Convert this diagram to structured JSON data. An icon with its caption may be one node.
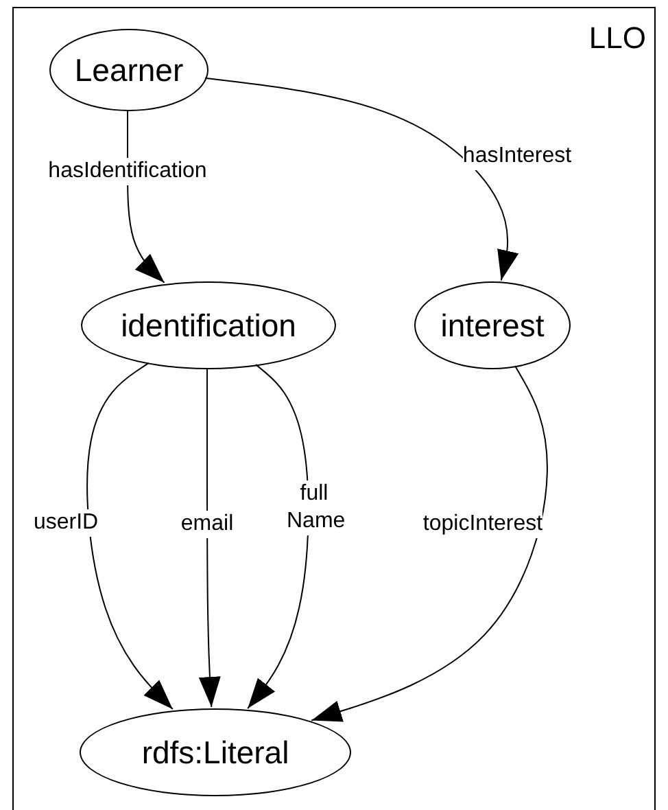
{
  "diagram": {
    "nodes": [
      {
        "text": [
          "LLO"
        ]
      },
      {
        "text": [
          "Learner"
        ],
        "in": 0
      },
      {
        "text": [
          "identification"
        ],
        "in": 0
      },
      {
        "text": [
          "interest"
        ],
        "in": 0
      },
      {
        "text": [
          "rdfs:Literal"
        ],
        "in": 0
      }
    ],
    "edges": [
      {
        "from": 1,
        "to": 2,
        "arrow": "to",
        "label": "hasIdentification"
      },
      {
        "from": 1,
        "to": 3,
        "arrow": "to",
        "label": "hasInterest"
      },
      {
        "from": 2,
        "to": 4,
        "arrow": "to",
        "label": "userID"
      },
      {
        "from": 2,
        "to": 4,
        "arrow": "to",
        "label": "email"
      },
      {
        "from": 2,
        "to": 4,
        "arrow": "to",
        "label": "full Name"
      },
      {
        "from": 3,
        "to": 4,
        "arrow": "to",
        "label": "topicInterest"
      }
    ]
  }
}
